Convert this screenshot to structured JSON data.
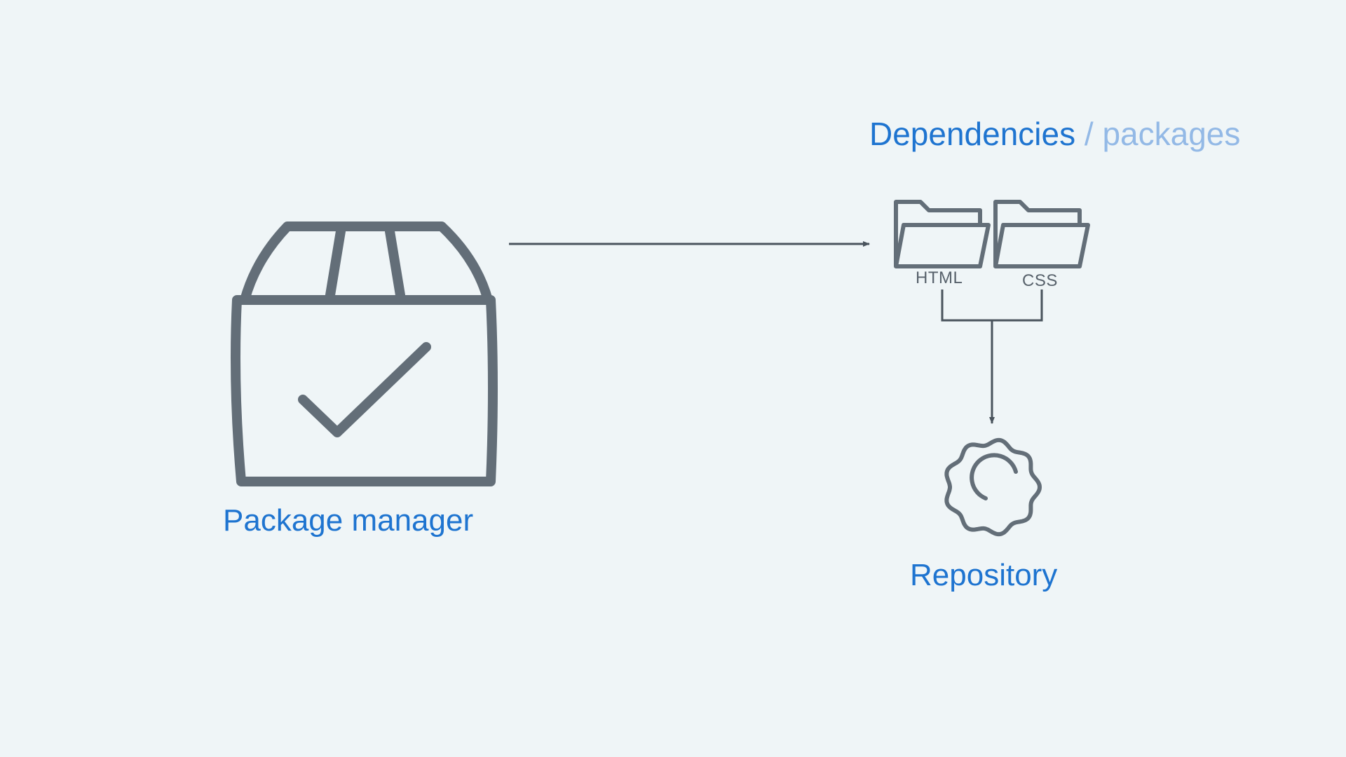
{
  "heading": {
    "primary": "Dependencies",
    "separator": " / ",
    "secondary": "packages"
  },
  "nodes": {
    "package_manager": {
      "label": "Package manager",
      "icon": "package-check-icon"
    },
    "folders": [
      {
        "label": "HTML",
        "icon": "folder-icon"
      },
      {
        "label": "CSS",
        "icon": "folder-icon"
      }
    ],
    "repository": {
      "label": "Repository",
      "icon": "gear-icon"
    }
  },
  "colors": {
    "background": "#eff5f7",
    "label_blue": "#1e74d0",
    "label_light_blue": "#93b9e6",
    "icon_gray": "#636e78",
    "connector": "#4a545d"
  }
}
